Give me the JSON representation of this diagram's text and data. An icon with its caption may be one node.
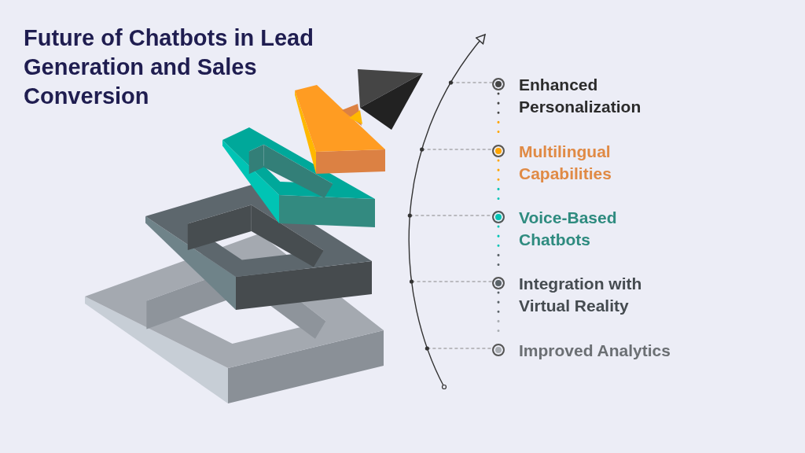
{
  "diagram": {
    "title": "Future of Chatbots in Lead Generation and Sales Conversion",
    "nodes": [
      {
        "text": [
          "Enhanced Personalization"
        ]
      },
      {
        "text": [
          "Multilingual Capabilities"
        ]
      },
      {
        "text": [
          "Voice-Based Chatbots"
        ]
      },
      {
        "text": [
          "Integration with Virtual Reality"
        ]
      },
      {
        "text": [
          "Improved Analytics"
        ]
      }
    ],
    "edges": [
      {
        "from": 0,
        "to": 1,
        "arrow": "none"
      },
      {
        "from": 1,
        "to": 2,
        "arrow": "none"
      },
      {
        "from": 2,
        "to": 3,
        "arrow": "none"
      },
      {
        "from": 3,
        "to": 4,
        "arrow": "none"
      },
      {
        "from": null,
        "to": 0,
        "arrow": "none",
        "style": "dashed"
      },
      {
        "from": null,
        "to": 1,
        "arrow": "none",
        "style": "dashed"
      },
      {
        "from": null,
        "to": 2,
        "arrow": "none",
        "style": "dashed"
      },
      {
        "from": null,
        "to": 3,
        "arrow": "none",
        "style": "dashed"
      },
      {
        "from": null,
        "to": 4,
        "arrow": "none",
        "style": "dashed"
      }
    ]
  }
}
